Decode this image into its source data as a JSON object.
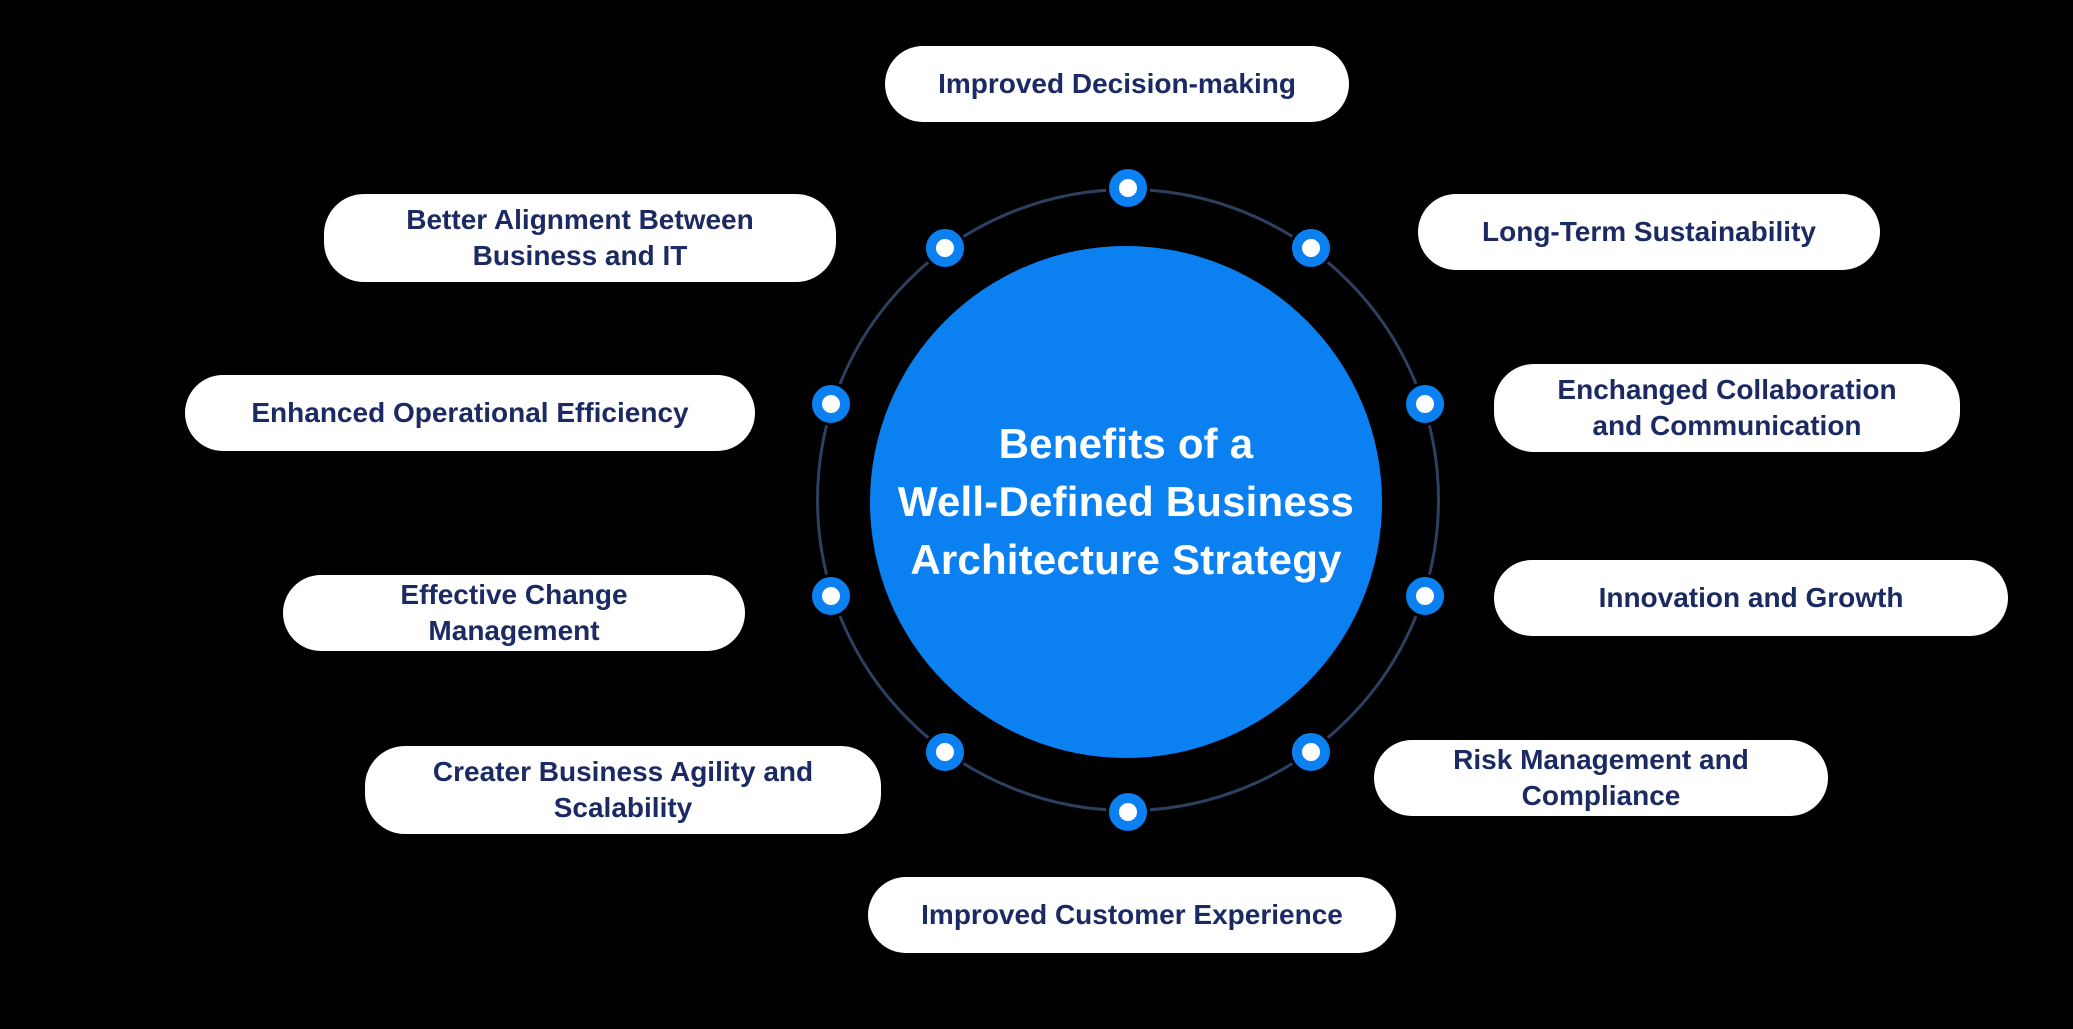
{
  "title": {
    "lines": [
      "Benefits of a",
      "Well-Defined Business",
      "Architecture Strategy"
    ]
  },
  "colors": {
    "background": "#000000",
    "accent_blue": "#0b80f0",
    "ring_stroke": "#2e405f",
    "pill_background": "#ffffff",
    "pill_text": "#1b2a63",
    "title_text": "#ffffff"
  },
  "nodes": [
    {
      "label": "Improved Decision-making",
      "angle_deg": 90
    },
    {
      "label": "Better Alignment Between\nBusiness and IT",
      "angle_deg": 126
    },
    {
      "label": "Long-Term Sustainability",
      "angle_deg": 54
    },
    {
      "label": "Enhanced Operational Efficiency",
      "angle_deg": 162
    },
    {
      "label": "Enchanged Collaboration\nand Communication",
      "angle_deg": 18
    },
    {
      "label": "Effective Change Management",
      "angle_deg": 198
    },
    {
      "label": "Innovation and Growth",
      "angle_deg": 342
    },
    {
      "label": "Creater Business Agility and\nScalability",
      "angle_deg": 234
    },
    {
      "label": "Risk Management and Compliance",
      "angle_deg": 306
    },
    {
      "label": "Improved Customer Experience",
      "angle_deg": 270
    }
  ]
}
